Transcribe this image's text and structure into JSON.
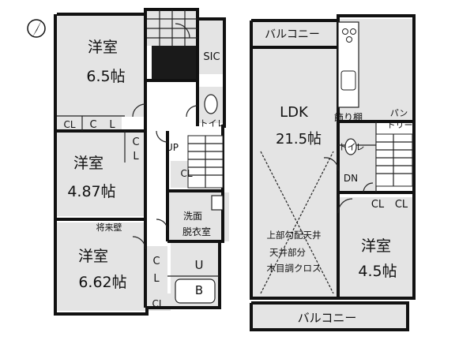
{
  "floor1": {
    "room_top": {
      "name": "洋室",
      "size": "6.5帖"
    },
    "room_mid": {
      "name": "洋室",
      "size": "4.87帖"
    },
    "room_bottom": {
      "name": "洋室",
      "size": "6.62帖"
    },
    "sic": "SIC",
    "toilet": "トイレ",
    "up": "UP",
    "washroom_line1": "洗面",
    "washroom_line2": "脱衣室",
    "future_wall": "将来壁",
    "bath_u": "U",
    "bath_b": "B",
    "cl": "CL",
    "cl_split_c": "C",
    "cl_split_l": "L"
  },
  "floor2": {
    "balcony_top": "バルコニー",
    "balcony_bottom": "バルコニー",
    "ldk_name": "LDK",
    "ldk_size": "21.5帖",
    "display_shelf": "飾り棚",
    "pantry_line1": "パン",
    "pantry_line2": "トリー",
    "toilet": "トイレ",
    "dn": "DN",
    "room": {
      "name": "洋室",
      "size": "4.5帖"
    },
    "ceiling_line1": "上部勾配天井",
    "ceiling_line2": "天井部分",
    "ceiling_line3": "木目調クロス",
    "cl": "CL"
  },
  "colors": {
    "room_fill": "#e4e4e4",
    "wall": "#111111",
    "paper": "#ffffff"
  },
  "icons": [
    "north-arrow-icon"
  ]
}
